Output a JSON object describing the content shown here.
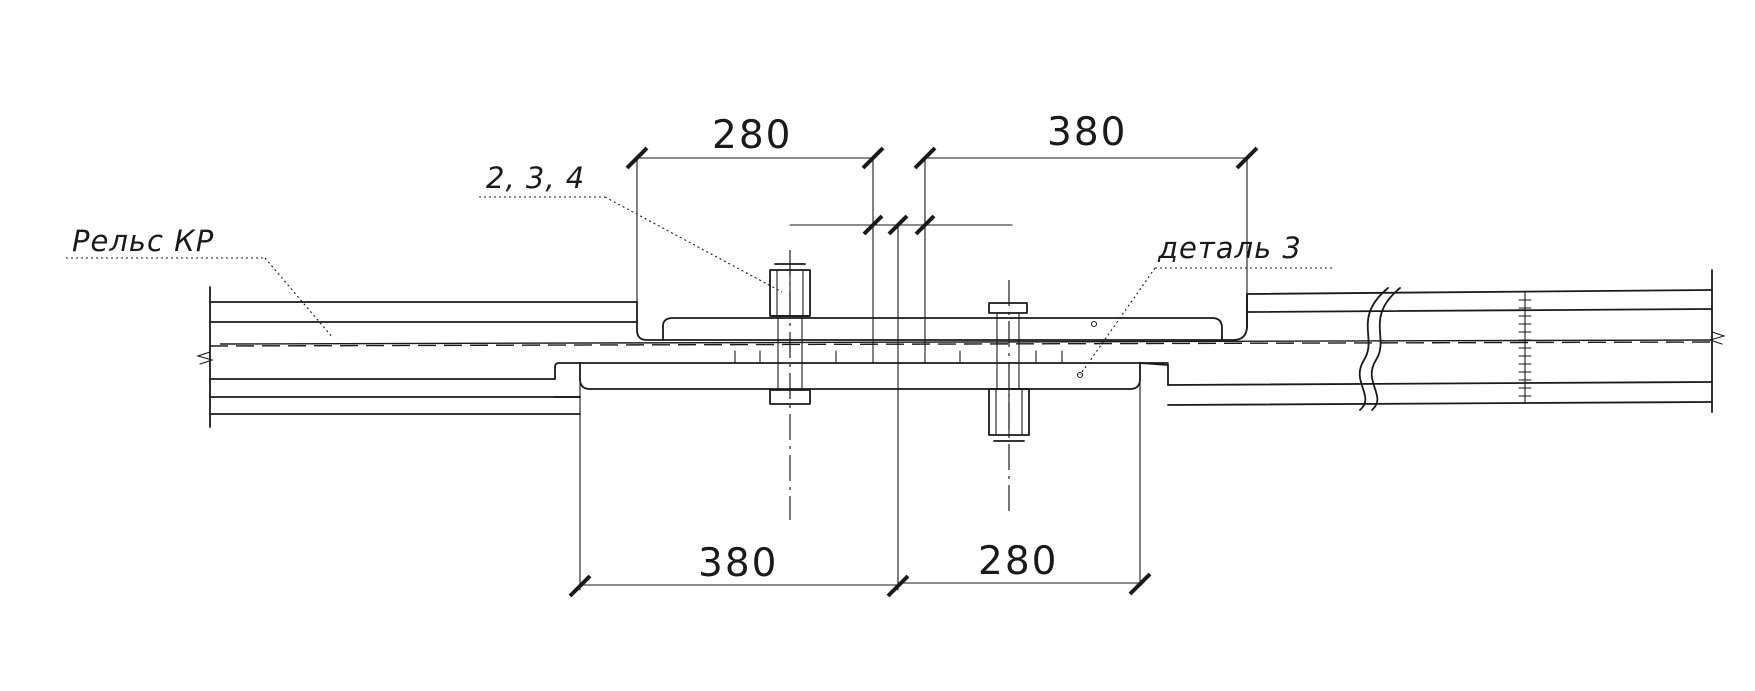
{
  "labels": {
    "rail": "Рельс КР",
    "items": "2, 3, 4",
    "detail": "деталь 3"
  },
  "dimensions": {
    "top_left": "280",
    "top_right": "380",
    "bottom_left": "380",
    "bottom_right": "280"
  }
}
